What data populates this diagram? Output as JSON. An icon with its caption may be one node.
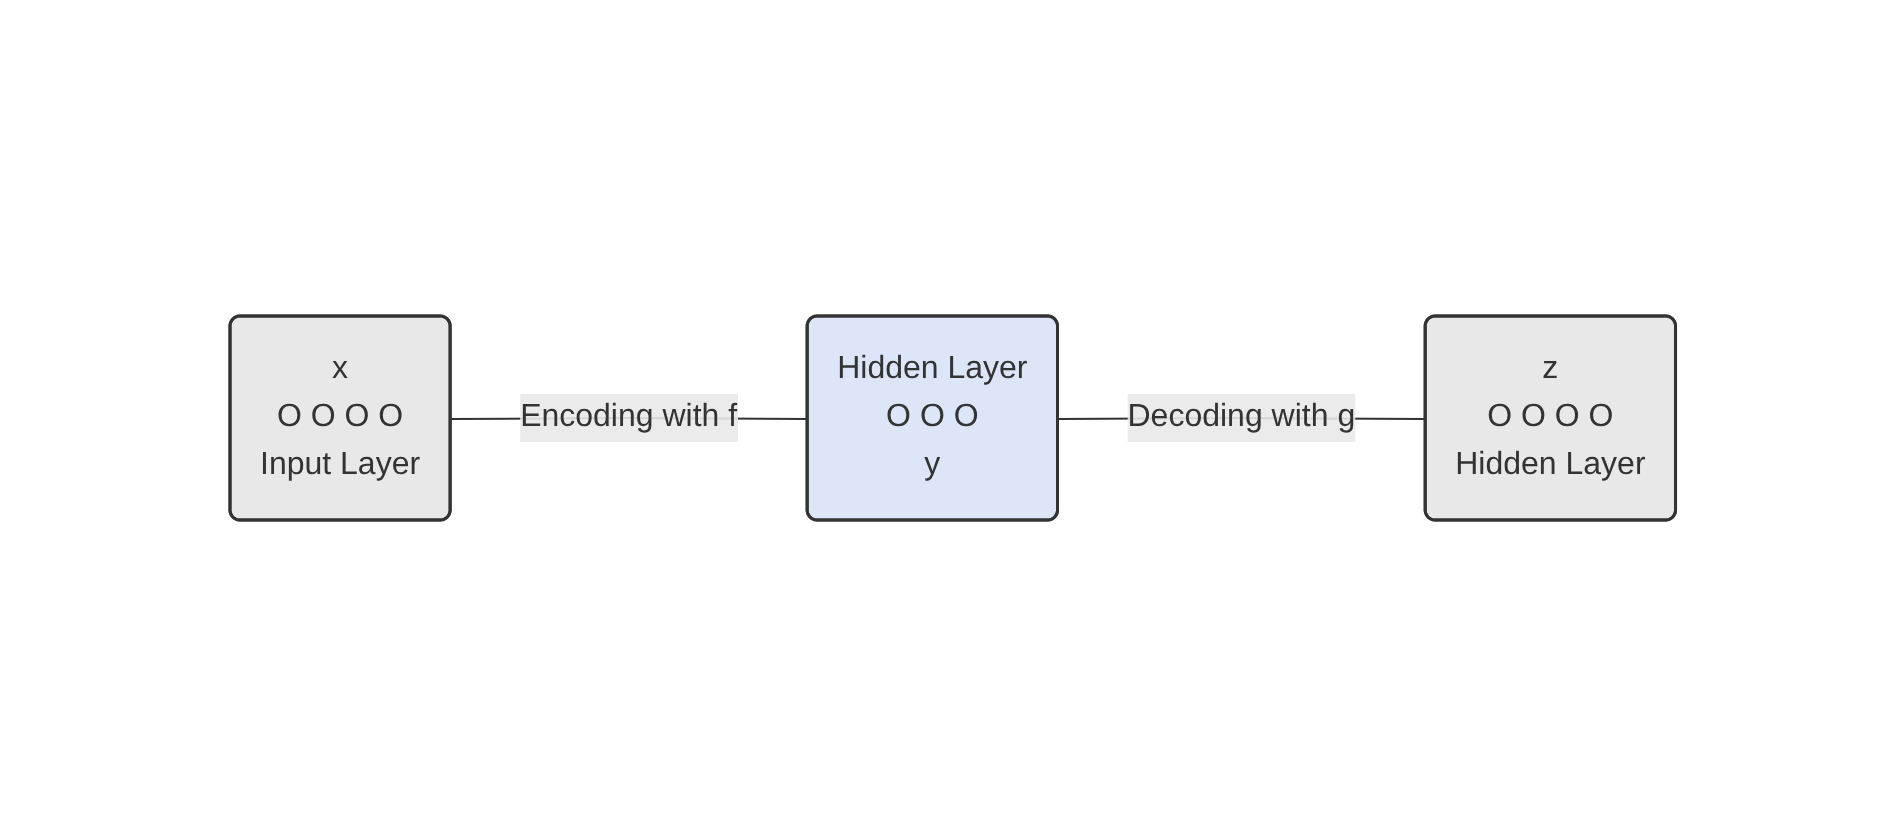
{
  "diagram": {
    "nodes": [
      {
        "text": [
          "Hidden Layer",
          "O O O",
          "y"
        ]
      },
      {
        "text": [
          "x",
          "O O O O",
          "Input Layer"
        ]
      },
      {
        "text": [
          "z",
          "O O O O",
          "Hidden Layer"
        ]
      }
    ],
    "edges": [
      {
        "from": 1,
        "to": 0,
        "arrow": "none",
        "label": "Encoding with f"
      },
      {
        "from": 0,
        "to": 2,
        "arrow": "none",
        "label": "Decoding with g"
      }
    ]
  }
}
